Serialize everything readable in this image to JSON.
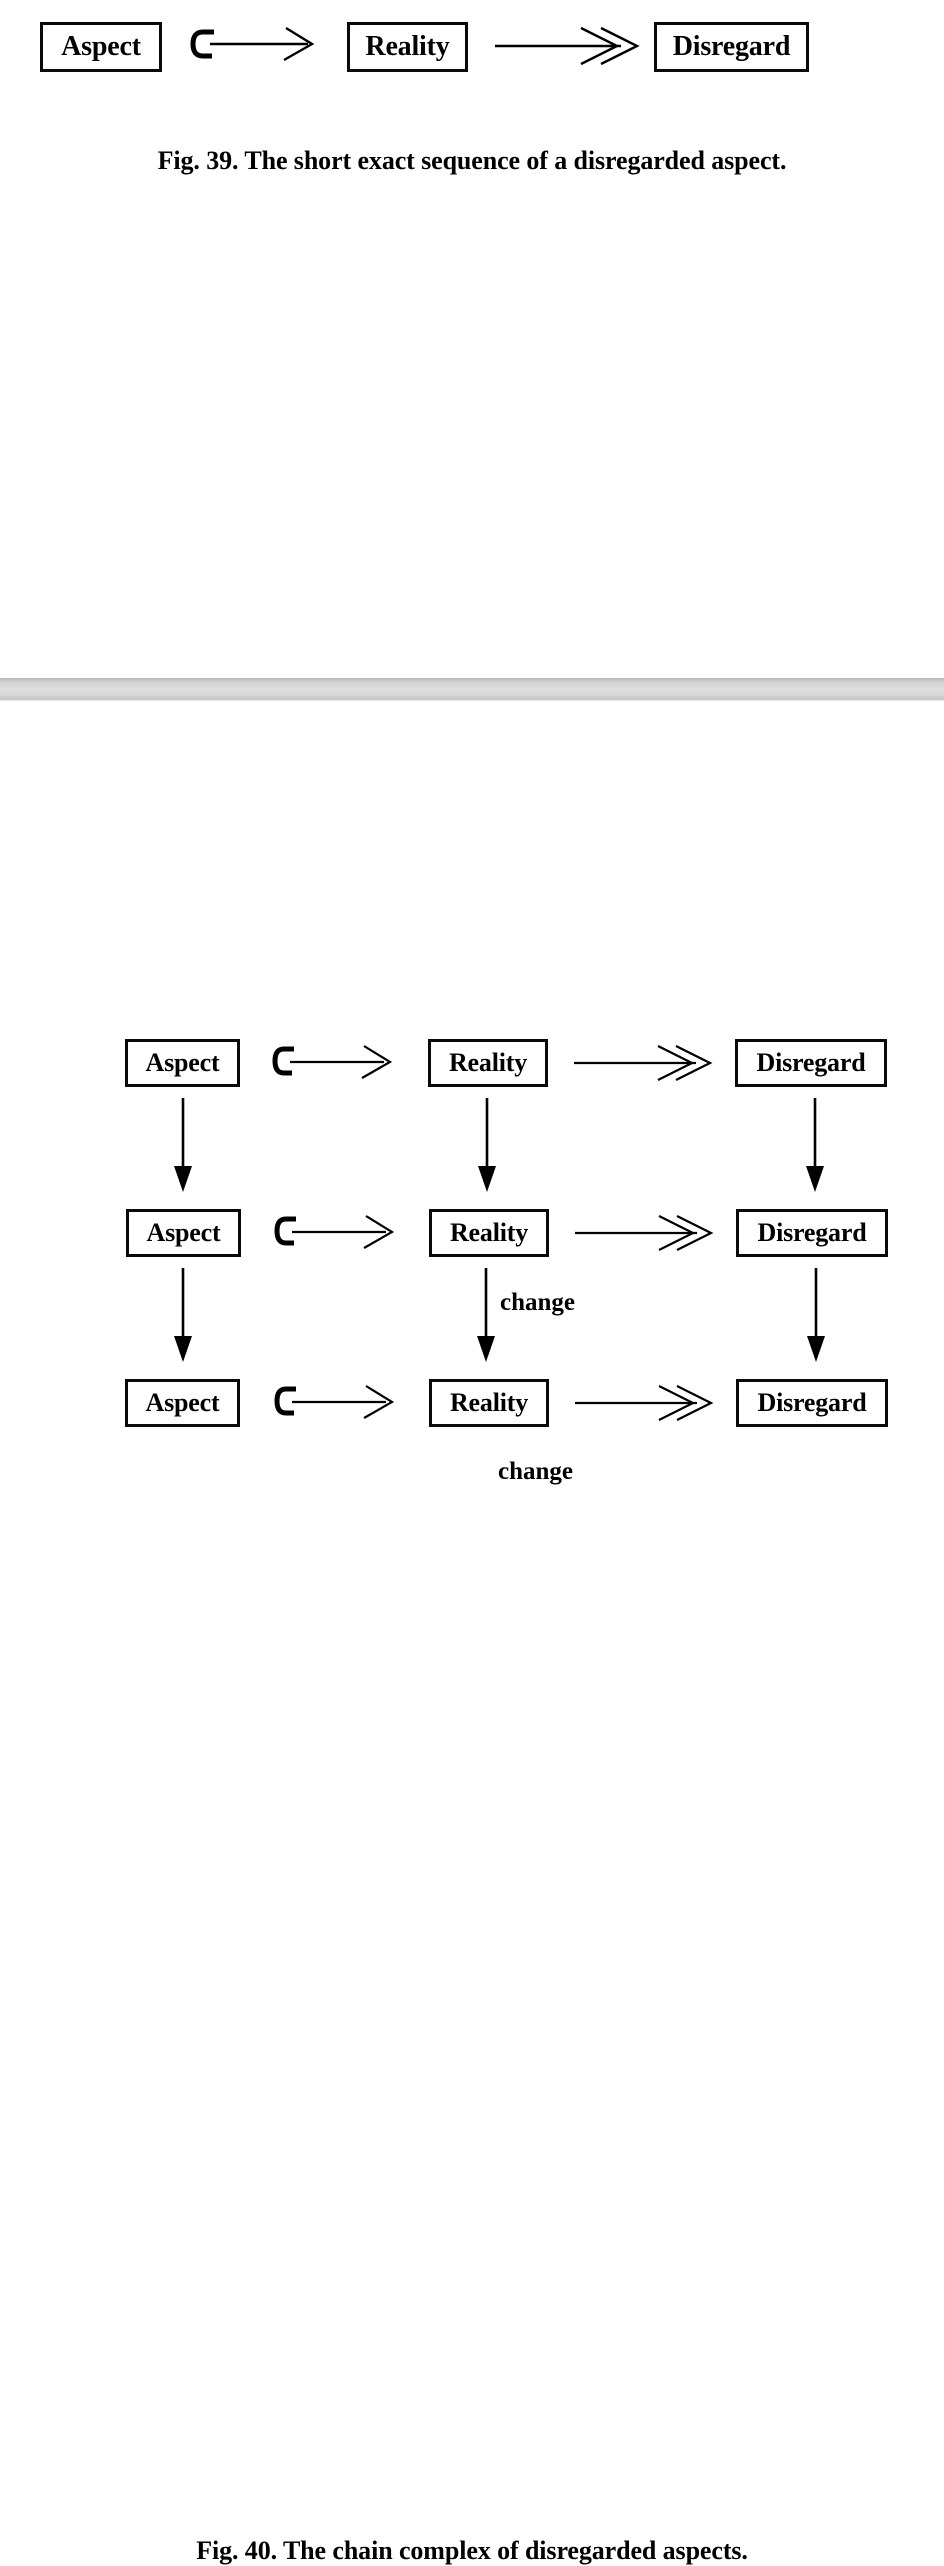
{
  "document": {
    "type": "mathematical-diagram-page",
    "background_color": "#ffffff",
    "text_color": "#000000"
  },
  "page_separator": {
    "name": "page-break-band",
    "color_top": "#b9b9b9",
    "color_mid": "#dedede",
    "color_bottom": "#c4c4c4"
  },
  "figures": [
    {
      "id": "fig-39",
      "caption": "Fig. 39.  The short exact sequence of a disregarded aspect.",
      "nodes": [
        {
          "label": "Aspect"
        },
        {
          "label": "Reality"
        },
        {
          "label": "Disregard"
        }
      ],
      "arrows": [
        {
          "from": "Aspect",
          "to": "Reality",
          "kind": "hooked-arrow",
          "symbol": "↪",
          "meaning": "monomorphism / inclusion"
        },
        {
          "from": "Reality",
          "to": "Disregard",
          "kind": "double-headed-arrow",
          "symbol": "↠",
          "meaning": "epimorphism / surjection"
        }
      ]
    },
    {
      "id": "fig-40",
      "caption": "Fig. 40.  The chain complex of disregarded aspects.",
      "column_headers": [
        "Aspect",
        "Reality",
        "Disregard"
      ],
      "rows": [
        {
          "nodes": [
            "Aspect",
            "Reality",
            "Disregard"
          ]
        },
        {
          "nodes": [
            "Aspect",
            "Reality",
            "Disregard"
          ]
        },
        {
          "nodes": [
            "Aspect",
            "Reality",
            "Disregard"
          ]
        }
      ],
      "horizontal_arrows": [
        {
          "kind": "hooked-arrow",
          "symbol": "↪"
        },
        {
          "kind": "double-headed-arrow",
          "symbol": "↠"
        }
      ],
      "vertical_arrows": [
        {
          "column": "Aspect",
          "between_rows": [
            1,
            2
          ],
          "label": ""
        },
        {
          "column": "Reality",
          "between_rows": [
            1,
            2
          ],
          "label": "change"
        },
        {
          "column": "Disregard",
          "between_rows": [
            1,
            2
          ],
          "label": ""
        },
        {
          "column": "Aspect",
          "between_rows": [
            2,
            3
          ],
          "label": ""
        },
        {
          "column": "Reality",
          "between_rows": [
            2,
            3
          ],
          "label": "change"
        },
        {
          "column": "Disregard",
          "between_rows": [
            2,
            3
          ],
          "label": ""
        }
      ],
      "vertical_labels": [
        "change",
        "change"
      ]
    }
  ],
  "fig39": {
    "caption": "Fig. 39.  The short exact sequence of a disregarded aspect.",
    "node_aspect": "Aspect",
    "node_reality": "Reality",
    "node_disregard": "Disregard"
  },
  "fig40": {
    "caption": "Fig. 40.  The chain complex of disregarded aspects.",
    "r1": {
      "aspect": "Aspect",
      "reality": "Reality",
      "disregard": "Disregard"
    },
    "r2": {
      "aspect": "Aspect",
      "reality": "Reality",
      "disregard": "Disregard"
    },
    "r3": {
      "aspect": "Aspect",
      "reality": "Reality",
      "disregard": "Disregard"
    },
    "change1": "change",
    "change2": "change"
  }
}
